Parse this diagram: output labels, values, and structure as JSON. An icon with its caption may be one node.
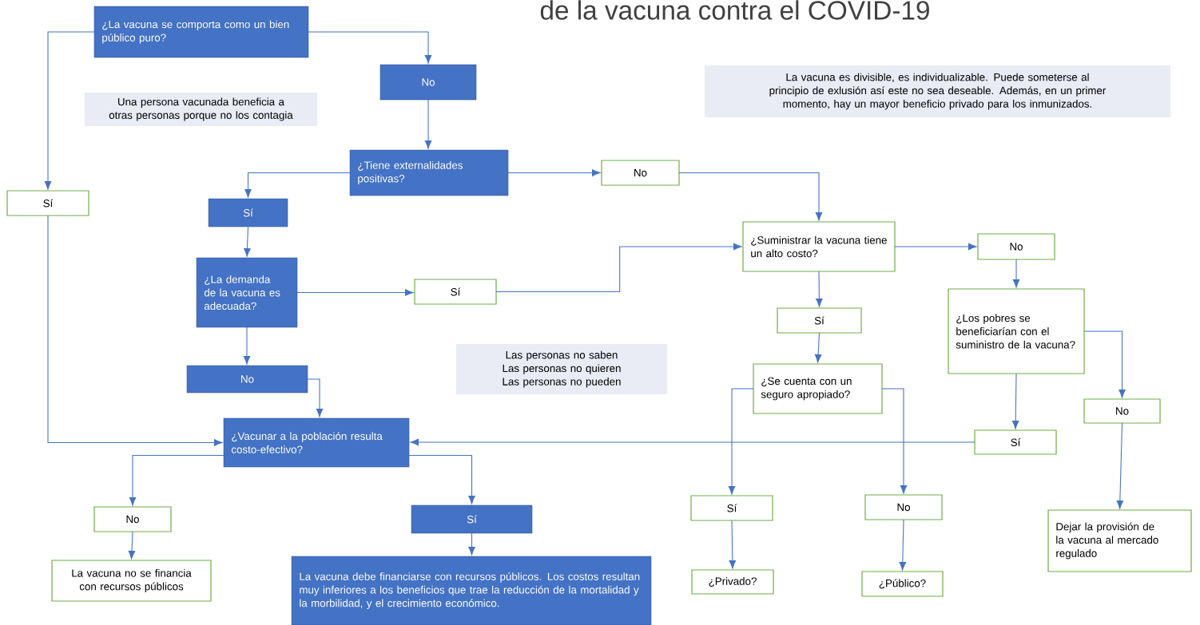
{
  "diagram": {
    "title": "de la vacuna contra el COVID-19",
    "nodes": [
      {
        "text": [
          "¿La vacuna se comporta como un bien público puro?"
        ]
      },
      {
        "text": [
          "No"
        ]
      },
      {
        "text": [
          "Una persona vacunada beneficia a otras personas porque no los contagia"
        ]
      },
      {
        "text": [
          "Sí"
        ]
      },
      {
        "text": [
          "¿Tiene externalidades positivas?"
        ]
      },
      {
        "text": [
          "No"
        ]
      },
      {
        "text": [
          "La vacuna es divisible, es individualizable. Puede someterse al principio de exlusión así este no sea deseable. Además, en un primer momento, hay un mayor beneficio privado para los inmunizados."
        ]
      },
      {
        "text": [
          "Sí"
        ]
      },
      {
        "text": [
          "¿Suministrar la vacuna tiene un alto costo?"
        ]
      },
      {
        "text": [
          "No"
        ]
      },
      {
        "text": [
          "¿La demanda de la vacuna es adecuada?"
        ]
      },
      {
        "text": [
          "Sí"
        ]
      },
      {
        "text": [
          "¿Los pobres se beneficiarían con el suministro de la vacuna?"
        ]
      },
      {
        "text": [
          "Sí"
        ]
      },
      {
        "text": [
          "Las personas no saben",
          "Las personas no quieren",
          "Las personas no pueden"
        ]
      },
      {
        "text": [
          "No"
        ]
      },
      {
        "text": [
          "¿Se cuenta con un seguro apropiado?"
        ]
      },
      {
        "text": [
          "No"
        ]
      },
      {
        "text": [
          "¿Vacunar a la población resulta costo-efectivo?"
        ]
      },
      {
        "text": [
          "Sí"
        ]
      },
      {
        "text": [
          "Sí"
        ]
      },
      {
        "text": [
          "No"
        ]
      },
      {
        "text": [
          "No"
        ]
      },
      {
        "text": [
          "Sí"
        ]
      },
      {
        "text": [
          "Dejar la provisión de la vacuna al mercado regulado"
        ]
      },
      {
        "text": [
          "La vacuna no se financia con recursos públicos"
        ]
      },
      {
        "text": [
          "La vacuna debe financiarse con recursos públicos. Los costos resultan muy inferiores a los beneficios que trae la reducción de la mortalidad y la morbilidad, y el crecimiento económico."
        ]
      },
      {
        "text": [
          "¿Privado?"
        ]
      },
      {
        "text": [
          "¿Público?"
        ]
      }
    ],
    "edges": [
      {
        "from": 0,
        "to": 1,
        "arrow": "to"
      },
      {
        "from": 0,
        "to": 3,
        "arrow": "to"
      },
      {
        "from": 1,
        "to": 4,
        "arrow": "to"
      },
      {
        "from": 4,
        "to": 7,
        "arrow": "to"
      },
      {
        "from": 4,
        "to": 5,
        "arrow": "to"
      },
      {
        "from": 5,
        "to": 8,
        "arrow": "to"
      },
      {
        "from": 7,
        "to": 10,
        "arrow": "to"
      },
      {
        "from": 10,
        "to": 11,
        "arrow": "to"
      },
      {
        "from": 11,
        "to": 8,
        "arrow": "to"
      },
      {
        "from": 10,
        "to": 15,
        "arrow": "to"
      },
      {
        "from": 15,
        "to": 18,
        "arrow": "to"
      },
      {
        "from": 3,
        "to": 18,
        "arrow": "to"
      },
      {
        "from": 8,
        "to": 9,
        "arrow": "to"
      },
      {
        "from": 8,
        "to": 13,
        "arrow": "to"
      },
      {
        "from": 9,
        "to": 12,
        "arrow": "to"
      },
      {
        "from": 12,
        "to": 19,
        "arrow": "to"
      },
      {
        "from": 12,
        "to": 17,
        "arrow": "to"
      },
      {
        "from": 19,
        "to": 18,
        "arrow": "to"
      },
      {
        "from": 13,
        "to": 16,
        "arrow": "to"
      },
      {
        "from": 16,
        "to": 20,
        "arrow": "to"
      },
      {
        "from": 16,
        "to": 21,
        "arrow": "to"
      },
      {
        "from": 20,
        "to": 27,
        "arrow": "to"
      },
      {
        "from": 21,
        "to": 28,
        "arrow": "to"
      },
      {
        "from": 17,
        "to": 24,
        "arrow": "to"
      },
      {
        "from": 18,
        "to": 22,
        "arrow": "to"
      },
      {
        "from": 18,
        "to": 23,
        "arrow": "to"
      },
      {
        "from": 22,
        "to": 25,
        "arrow": "to"
      },
      {
        "from": 23,
        "to": 26,
        "arrow": "to"
      }
    ]
  }
}
